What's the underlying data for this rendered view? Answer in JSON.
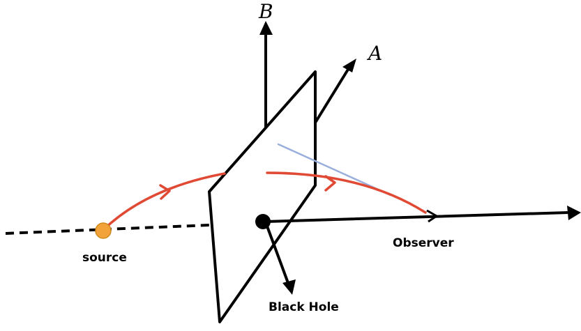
{
  "labels": {
    "axis_b": "B",
    "axis_a": "A",
    "source": "source",
    "observer": "Observer",
    "black_hole": "Black Hole"
  },
  "colors": {
    "ink": "#000000",
    "light_ray": "#e04a34",
    "straight_line": "#9aaedc",
    "source_dot": "#f2a33a"
  }
}
